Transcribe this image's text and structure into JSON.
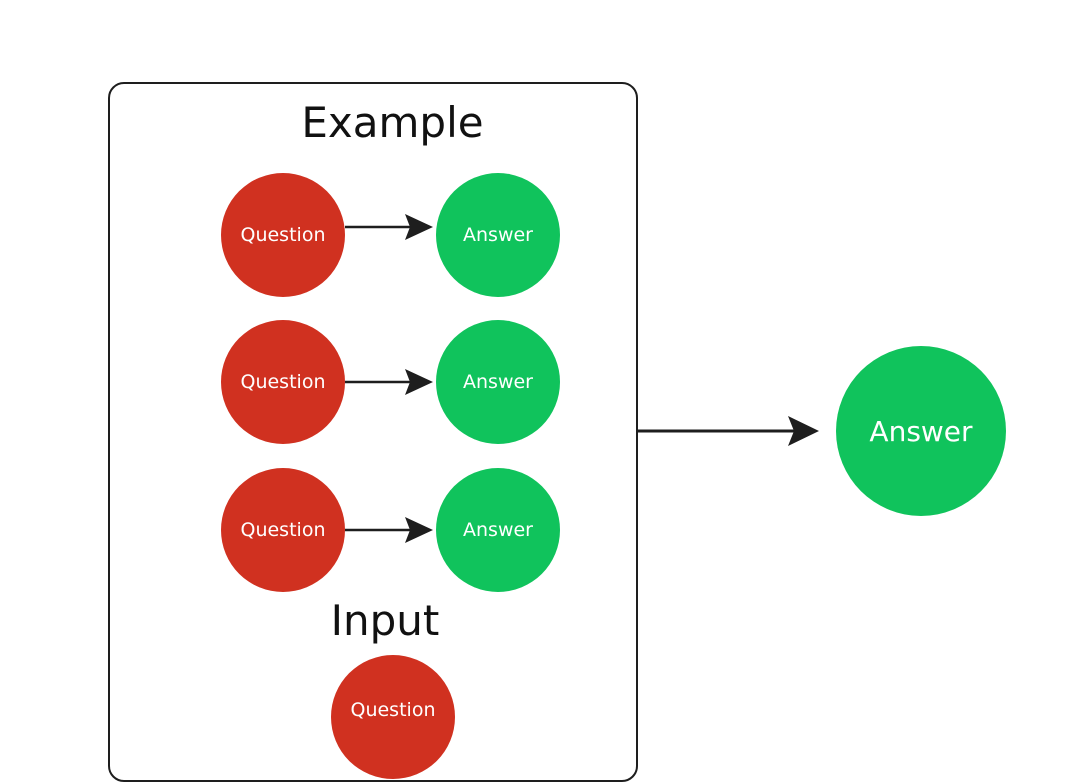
{
  "example_box": {
    "title": "Example",
    "pairs": [
      {
        "question": "Question",
        "answer": "Answer"
      },
      {
        "question": "Question",
        "answer": "Answer"
      },
      {
        "question": "Question",
        "answer": "Answer"
      }
    ],
    "input_title": "Input",
    "input_node": "Question"
  },
  "output_node": "Answer",
  "colors": {
    "question": "#d03120",
    "answer": "#10c35c",
    "stroke": "#1e1e1e"
  }
}
